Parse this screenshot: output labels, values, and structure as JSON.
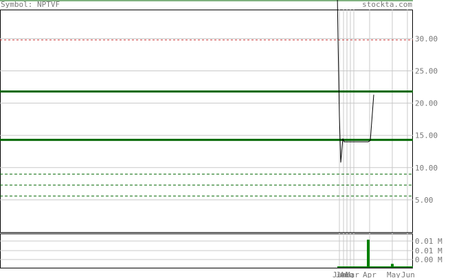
{
  "header": {
    "symbol_label": "Symbol: NPTVF",
    "site_label": "stockta.com"
  },
  "chart_data": {
    "type": "line",
    "price_axis": {
      "ylim": [
        0,
        34.5
      ],
      "ticks": [
        5,
        10,
        15,
        20,
        25,
        30
      ],
      "tick_labels": [
        "5.00",
        "10.00",
        "15.00",
        "20.00",
        "25.00",
        "30.00"
      ]
    },
    "volume_axis": {
      "tick_labels": [
        "0.01 M",
        "0.01 M",
        "0.00 M"
      ]
    },
    "x_labels": [
      "Jun",
      "Jul",
      "Aug",
      "Mar",
      "Apr",
      "May",
      "Jun"
    ],
    "price": [
      {
        "t": 0,
        "v": 37.0
      },
      {
        "t": 1,
        "v": 30.0
      },
      {
        "t": 3,
        "v": 18.0
      },
      {
        "t": 5,
        "v": 10.8
      },
      {
        "t": 8,
        "v": 14.5
      },
      {
        "t": 10,
        "v": 14.0
      },
      {
        "t": 20,
        "v": 14.0
      },
      {
        "t": 30,
        "v": 14.0
      },
      {
        "t": 45,
        "v": 14.0
      },
      {
        "t": 48,
        "v": 14.2
      },
      {
        "t": 53,
        "v": 21.3
      }
    ],
    "volume_bars": [
      {
        "t": 45,
        "v": 0.0095
      },
      {
        "t": 80,
        "v": 0.0013
      }
    ],
    "levels": {
      "resistance_major": [
        21.8,
        14.3
      ],
      "dashed_red": [
        29.8
      ],
      "dashed_green": [
        9.0,
        7.3,
        5.6
      ]
    },
    "colors": {
      "price_line": "#000000",
      "major_level": "#006600",
      "dashed_green": "#006600",
      "dashed_red": "#cc3333",
      "volume_bar": "#008000",
      "grid": "#c8c8c8",
      "axis_text": "#777777"
    },
    "grid": true
  }
}
